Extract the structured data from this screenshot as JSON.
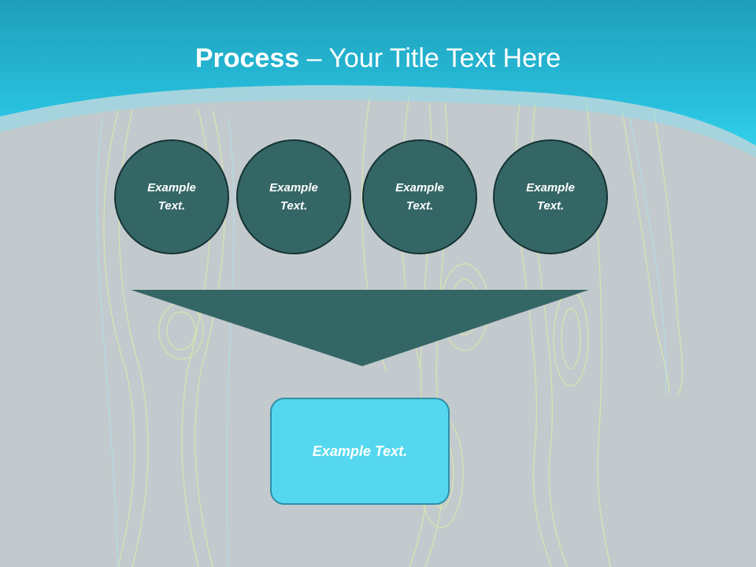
{
  "title": {
    "bold": "Process",
    "separator": " – ",
    "rest": "Your Title Text Here"
  },
  "inputs": [
    {
      "label": "Example Text."
    },
    {
      "label": "Example Text."
    },
    {
      "label": "Example Text."
    },
    {
      "label": "Example Text."
    }
  ],
  "result": {
    "label": "Example Text."
  },
  "colors": {
    "banner": "#29b7d6",
    "background": "#c2cacd",
    "circle_fill": "#356666",
    "funnel_fill": "#356666",
    "result_fill": "#55d8ef"
  }
}
